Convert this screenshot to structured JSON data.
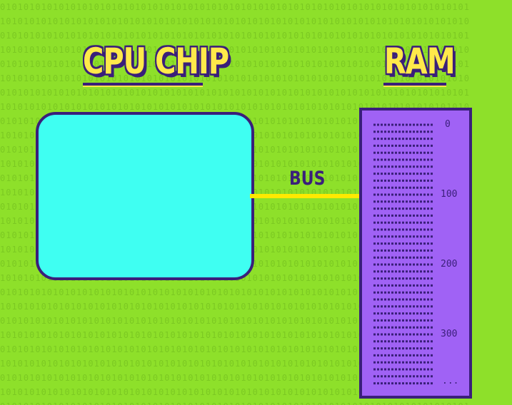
{
  "diagram": {
    "cpu_label": "CPU CHIP",
    "ram_label": "RAM",
    "bus_label": "BUS",
    "ram_addresses": [
      "0",
      "100",
      "200",
      "300",
      "..."
    ]
  },
  "colors": {
    "background": "#8ee02a",
    "cpu_fill": "#3ffff2",
    "ram_fill": "#a062f5",
    "outline": "#3a1f7a",
    "bus": "#ffe900",
    "title_text": "#ffe94a"
  }
}
